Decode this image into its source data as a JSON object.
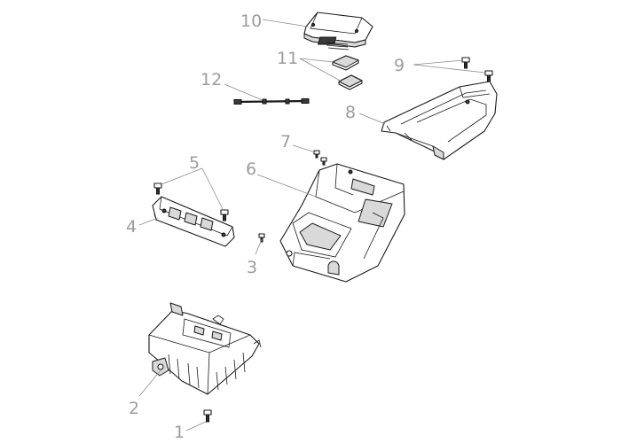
{
  "diagram": {
    "callouts": [
      {
        "id": "1",
        "label": "1"
      },
      {
        "id": "2",
        "label": "2"
      },
      {
        "id": "3",
        "label": "3"
      },
      {
        "id": "4",
        "label": "4"
      },
      {
        "id": "5",
        "label": "5"
      },
      {
        "id": "6",
        "label": "6"
      },
      {
        "id": "7",
        "label": "7"
      },
      {
        "id": "8",
        "label": "8"
      },
      {
        "id": "9",
        "label": "9"
      },
      {
        "id": "10",
        "label": "10"
      },
      {
        "id": "11",
        "label": "11"
      },
      {
        "id": "12",
        "label": "12"
      }
    ],
    "colors": {
      "line_art": "#1a1a1a",
      "callout_text": "#9c9c9c",
      "leader_line": "#8a8a8a",
      "background": "#ffffff"
    }
  }
}
